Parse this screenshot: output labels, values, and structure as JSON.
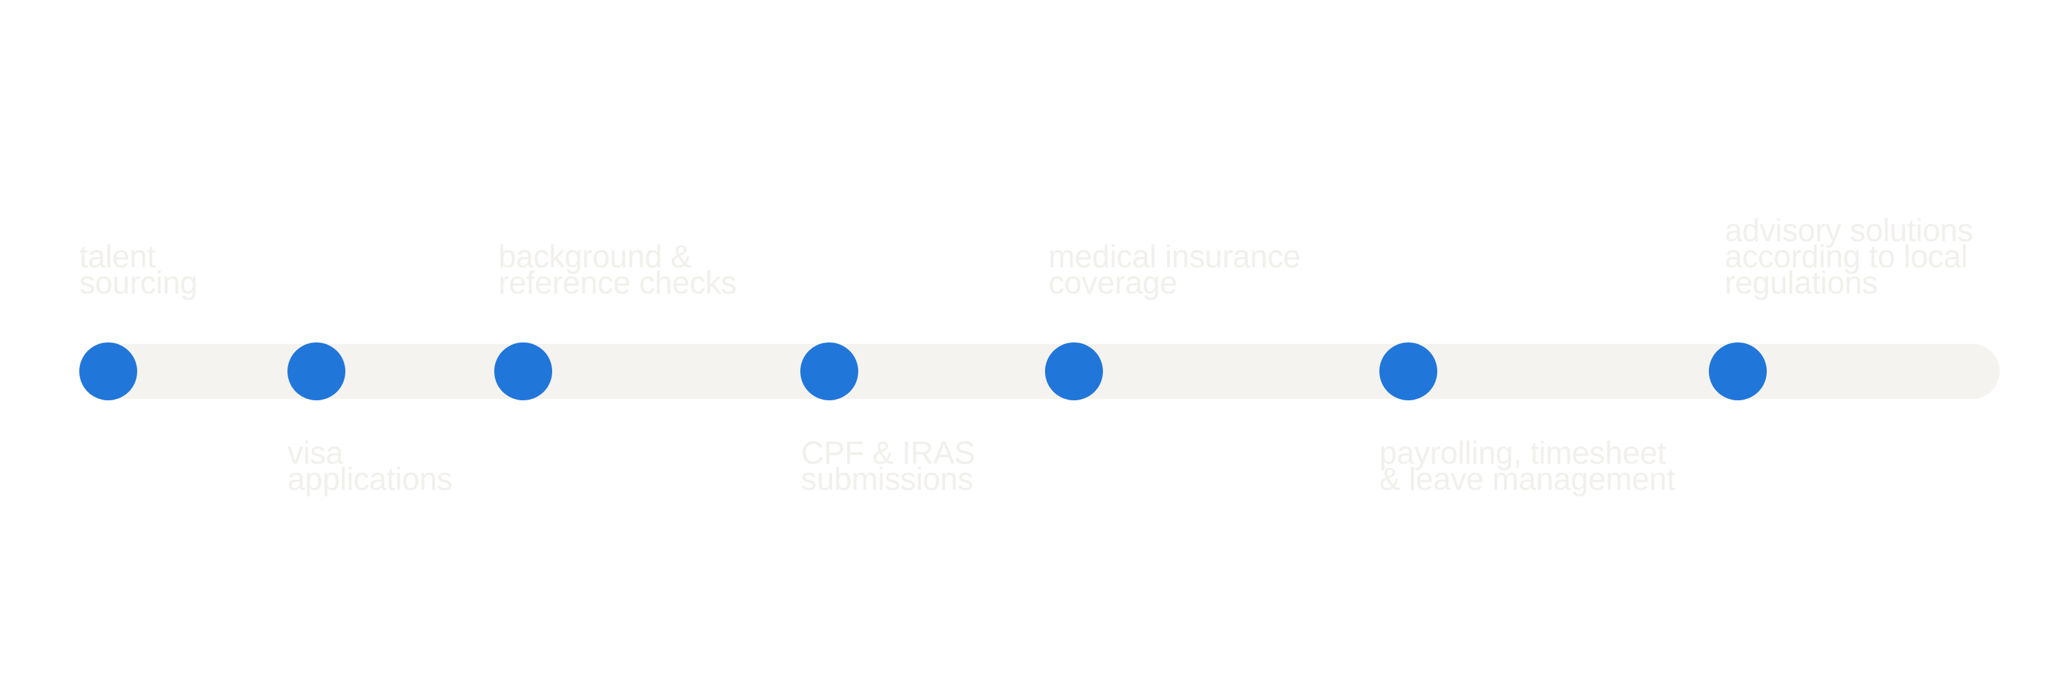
{
  "colors": {
    "track": "#f4f3ef",
    "dot": "#2176d9",
    "label": "#f1f0ec"
  },
  "steps": [
    {
      "label": "talent\nsourcing"
    },
    {
      "label": "visa\napplications"
    },
    {
      "label": "background &\nreference checks"
    },
    {
      "label": "CPF & IRAS\nsubmissions"
    },
    {
      "label": "medical insurance\ncoverage"
    },
    {
      "label": "payrolling, timesheet\n& leave management"
    },
    {
      "label": "advisory solutions\naccording to local\nregulations"
    }
  ]
}
